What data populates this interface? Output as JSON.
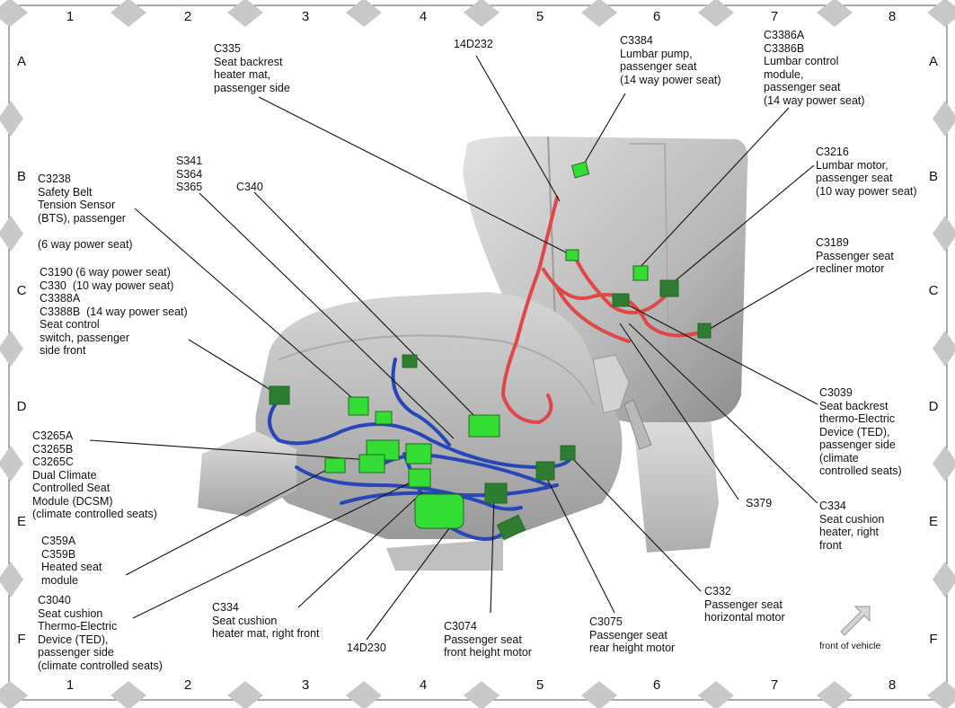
{
  "grid": {
    "columns": [
      "1",
      "2",
      "3",
      "4",
      "5",
      "6",
      "7",
      "8"
    ],
    "rows": [
      "A",
      "B",
      "C",
      "D",
      "E",
      "F"
    ]
  },
  "labels": [
    {
      "id": "c335",
      "lines": [
        "C335",
        "Seat backrest",
        "heater mat,",
        "passenger side"
      ]
    },
    {
      "id": "d232",
      "lines": [
        "14D232"
      ]
    },
    {
      "id": "c3384",
      "lines": [
        "C3384",
        "Lumbar pump,",
        "passenger seat",
        "(14 way power seat)"
      ]
    },
    {
      "id": "c3386",
      "lines": [
        "C3386A",
        "C3386B",
        "Lumbar control",
        "module,",
        "passenger seat",
        "(14 way power seat)"
      ]
    },
    {
      "id": "c3238",
      "lines": [
        "C3238",
        "Safety Belt",
        "Tension Sensor",
        "(BTS), passenger",
        "",
        "(6 way power seat)"
      ]
    },
    {
      "id": "s341",
      "lines": [
        "S341",
        "S364",
        "S365"
      ]
    },
    {
      "id": "c340",
      "lines": [
        "C340"
      ]
    },
    {
      "id": "c3216",
      "lines": [
        "C3216",
        "Lumbar motor,",
        "passenger seat",
        "(10 way power seat)"
      ]
    },
    {
      "id": "c3189",
      "lines": [
        "C3189",
        "Passenger seat",
        "recliner motor"
      ]
    },
    {
      "id": "c3190",
      "lines": [
        "C3190 (6 way power seat)",
        "C330  (10 way power seat)",
        "C3388A",
        "C3388B  (14 way power seat)",
        "Seat control",
        "switch, passenger",
        "side front"
      ]
    },
    {
      "id": "c3039",
      "lines": [
        "C3039",
        "Seat backrest",
        "thermo-Electric",
        "Device (TED),",
        "passenger side",
        "(climate",
        "controlled seats)"
      ]
    },
    {
      "id": "c3265",
      "lines": [
        "C3265A",
        "C3265B",
        "C3265C",
        "Dual Climate",
        "Controlled Seat",
        "Module (DCSM)",
        "(climate controlled seats)"
      ]
    },
    {
      "id": "s379",
      "lines": [
        "S379"
      ]
    },
    {
      "id": "c334r",
      "lines": [
        "C334",
        "Seat cushion",
        "heater, right",
        "front"
      ]
    },
    {
      "id": "c359",
      "lines": [
        "C359A",
        "C359B",
        "Heated seat",
        "module"
      ]
    },
    {
      "id": "c332",
      "lines": [
        "C332",
        "Passenger seat",
        "horizontal motor"
      ]
    },
    {
      "id": "c3040",
      "lines": [
        "C3040",
        "Seat cushion",
        "Thermo-Electric",
        "Device (TED),",
        "passenger side",
        "(climate controlled seats)"
      ]
    },
    {
      "id": "c334m",
      "lines": [
        "C334",
        "Seat cushion",
        "heater mat, right front"
      ]
    },
    {
      "id": "d230",
      "lines": [
        "14D230"
      ]
    },
    {
      "id": "c3074",
      "lines": [
        "C3074",
        "Passenger seat",
        "front height motor"
      ]
    },
    {
      "id": "c3075",
      "lines": [
        "C3075",
        "Passenger seat",
        "rear height motor"
      ]
    }
  ],
  "front_of_vehicle": "front of vehicle",
  "colors": {
    "connector": "#33dd33",
    "connector_dark": "#2e7d32",
    "harness_blue": "#2746b8",
    "harness_red": "#e04848",
    "seat_gray": "#c4c4c4",
    "grid_diamond": "#c8c8c8"
  }
}
